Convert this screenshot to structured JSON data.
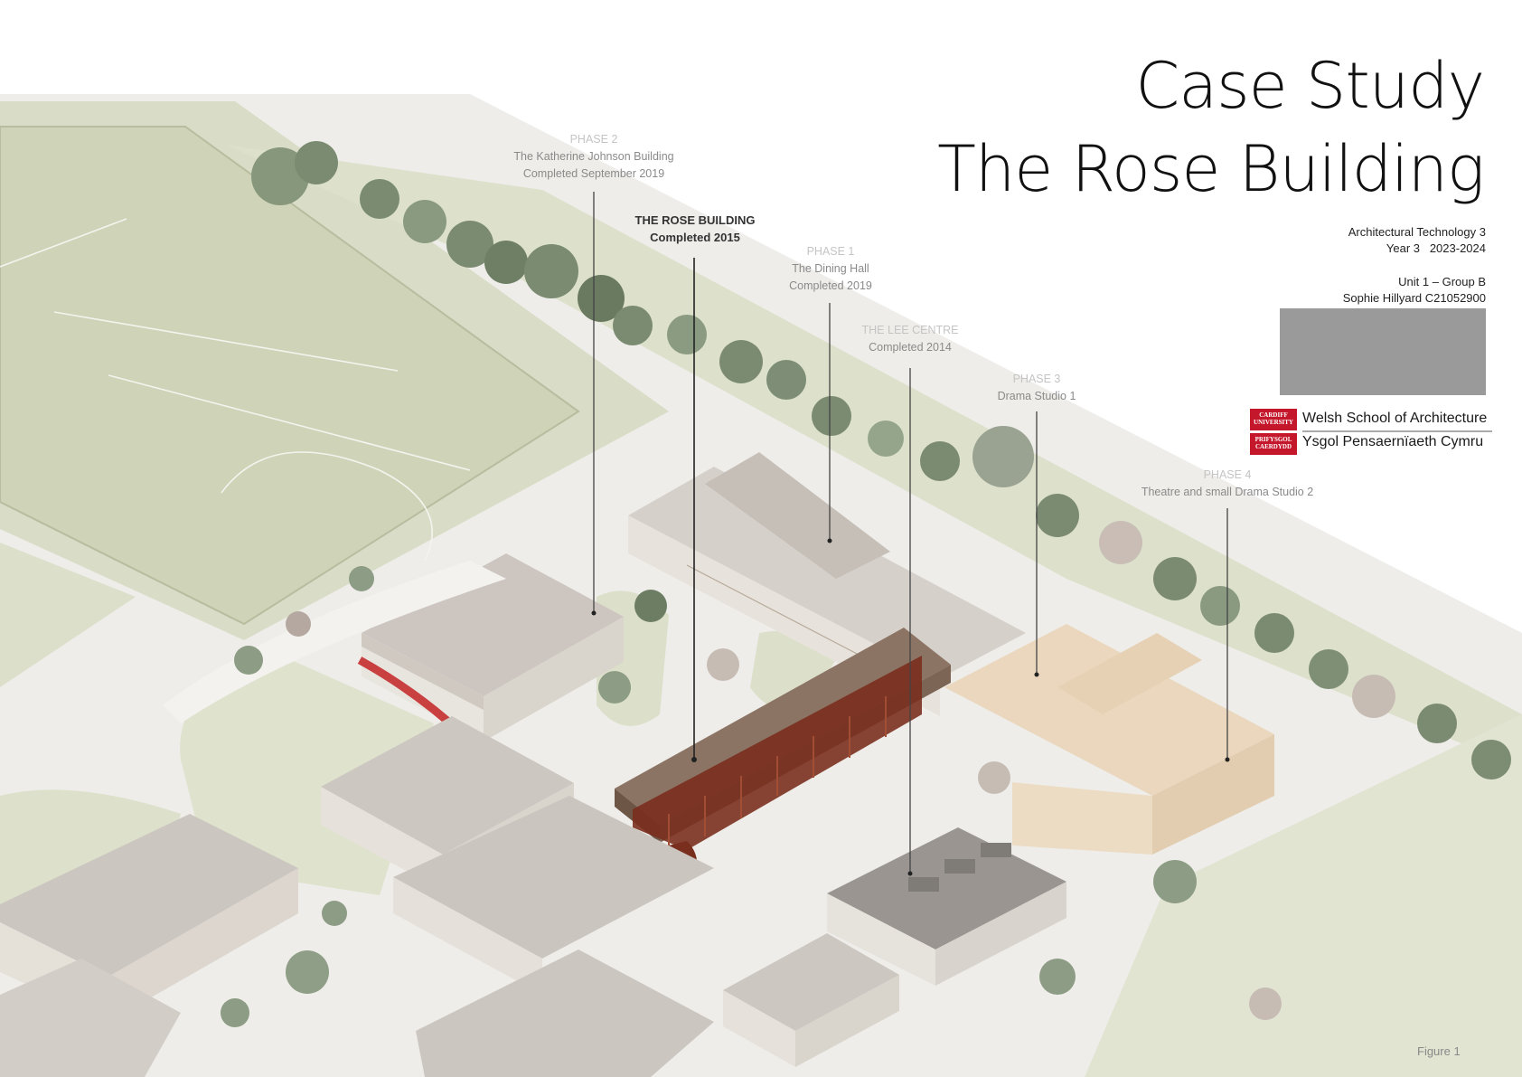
{
  "title": {
    "line1": "Case Study",
    "line2": "The Rose Building"
  },
  "meta": {
    "course": "Architectural Technology 3",
    "year": "Year 3   2023-2024",
    "unit": "Unit 1 – Group B",
    "author": "Sophie Hillyard C21052900"
  },
  "logo": {
    "crest_top": "CARDIFF UNIVERSITY",
    "crest_bottom": "PRIFYSGOL CAERDYDD",
    "name_en": "Welsh School of Architecture",
    "name_cy": "Ysgol Pensaernïaeth Cymru"
  },
  "labels": {
    "phase2": {
      "phase": "PHASE 2",
      "name": "The Katherine Johnson Building",
      "status": "Completed September 2019"
    },
    "rose": {
      "name": "THE ROSE BUILDING",
      "status": "Completed 2015"
    },
    "phase1": {
      "phase": "PHASE 1",
      "name": "The Dining Hall",
      "status": "Completed 2019"
    },
    "lee": {
      "name": "THE LEE CENTRE",
      "status": "Completed 2014"
    },
    "phase3": {
      "phase": "PHASE 3",
      "name": "Drama Studio 1"
    },
    "phase4": {
      "phase": "PHASE 4",
      "name": "Theatre and small Drama Studio 2"
    }
  },
  "figure": "Figure 1",
  "colors": {
    "grass": "#dfe1cd",
    "paving": "#ecebe8",
    "roof": "#cfc9c4",
    "rose_roof": "#8c7465",
    "rose_facade": "#7a2f1e",
    "future_phase": "#ead7bd",
    "tree": "#6f7f66",
    "accent_red": "#c4172b"
  }
}
